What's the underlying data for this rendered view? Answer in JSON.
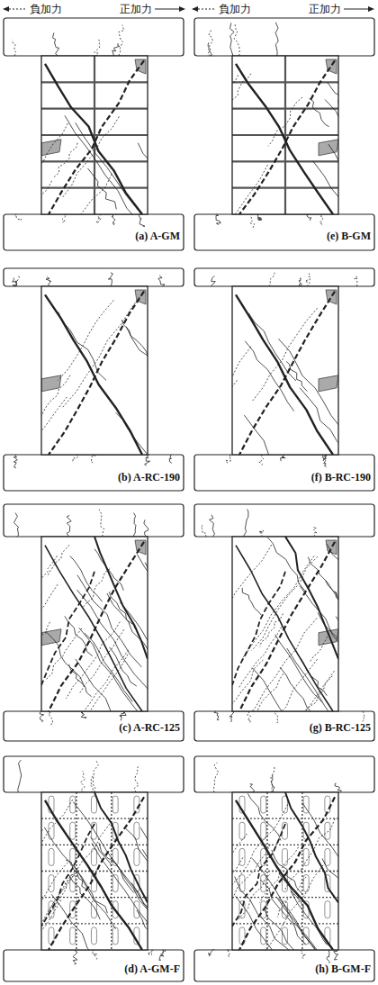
{
  "diagram": {
    "labels": [
      "負加力",
      "正加力",
      "負加力",
      "正加力",
      "(a) A-GM",
      "(b) A-RC-190",
      "(c) A-RC-125",
      "(d) A-GM-F",
      "(e) B-GM",
      "(f) B-RC-190",
      "(g) B-RC-125",
      "(h) B-GM-F"
    ]
  }
}
